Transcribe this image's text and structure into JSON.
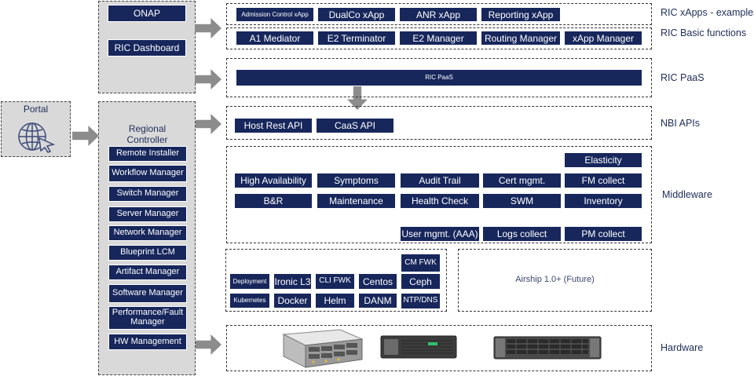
{
  "orchestration": {
    "onap": "ONAP",
    "ric_dashboard": "RIC Dashboard"
  },
  "portal": {
    "label": "Portal"
  },
  "regional_controller": {
    "title": "Regional Controller",
    "items": [
      "Remote Installer",
      "Workflow Manager",
      "Switch Manager",
      "Server Manager",
      "Network Manager",
      "Blueprint  LCM",
      "Artifact Manager",
      "Software Manager",
      "Performance/Fault Manager",
      "HW Management"
    ]
  },
  "ric_xapps": {
    "label": "RIC xApps - examples",
    "items": [
      "Admission Control xApp",
      "DualCo xApp",
      "ANR xApp",
      "Reporting xApp"
    ]
  },
  "ric_basic": {
    "label": "RIC Basic functions",
    "items": [
      "A1 Mediator",
      "E2 Terminator",
      "E2 Manager",
      "Routing Manager",
      "xApp Manager"
    ]
  },
  "ric_paas": {
    "label": "RIC PaaS",
    "bar": "RIC PaaS"
  },
  "nbi": {
    "label": "NBI APIs",
    "items": [
      "Host Rest API",
      "CaaS API"
    ]
  },
  "middleware": {
    "label": "Middleware",
    "items": [
      "Elasticity",
      "High Availability",
      "Symptoms",
      "Audit Trail",
      "Cert mgmt.",
      "FM collect",
      "B&R",
      "Maintenance",
      "Health Check",
      "SWM",
      "Inventory",
      "User mgmt. (AAA)",
      "Logs collect",
      "PM collect"
    ]
  },
  "caas": {
    "items": [
      "CM FWK",
      "Deployment",
      "Ironic L3",
      "CLI FWK",
      "Centos",
      "Ceph",
      "Kubernetes",
      "Docker",
      "Helm",
      "DANM",
      "NTP/DNS"
    ]
  },
  "airship": {
    "label": "Airship 1.0+ (Future)"
  },
  "hardware": {
    "label": "Hardware"
  }
}
